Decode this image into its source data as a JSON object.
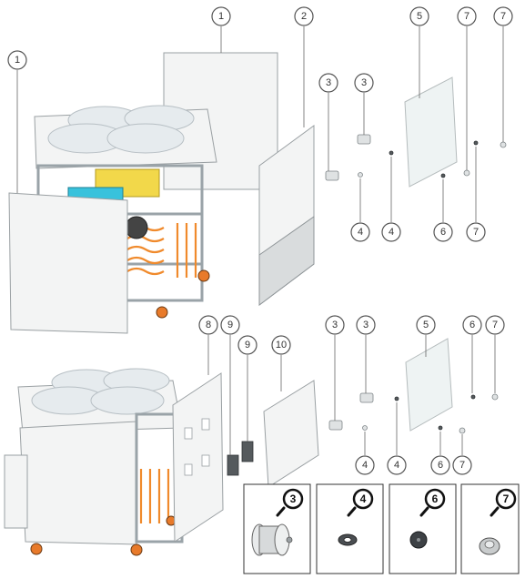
{
  "callouts": {
    "c1a": "1",
    "c1b": "1",
    "c2": "2",
    "c3a": "3",
    "c3b": "3",
    "c4a": "4",
    "c4b": "4",
    "c5a": "5",
    "c6a": "6",
    "c7a": "7",
    "c7b": "7",
    "c7c": "7",
    "c8": "8",
    "c9a": "9",
    "c9b": "9",
    "c10": "10",
    "c3c": "3",
    "c3d": "3",
    "c4c": "4",
    "c4d": "4",
    "c5b": "5",
    "c6b": "6",
    "c6c": "6",
    "c7d": "7",
    "c7e": "7"
  },
  "zoom_labels": {
    "z3": "3",
    "z4": "4",
    "z6": "6",
    "z7": "7"
  },
  "colors": {
    "accent_orange": "#f08a2c",
    "frame_gray": "#9aa3a8"
  }
}
